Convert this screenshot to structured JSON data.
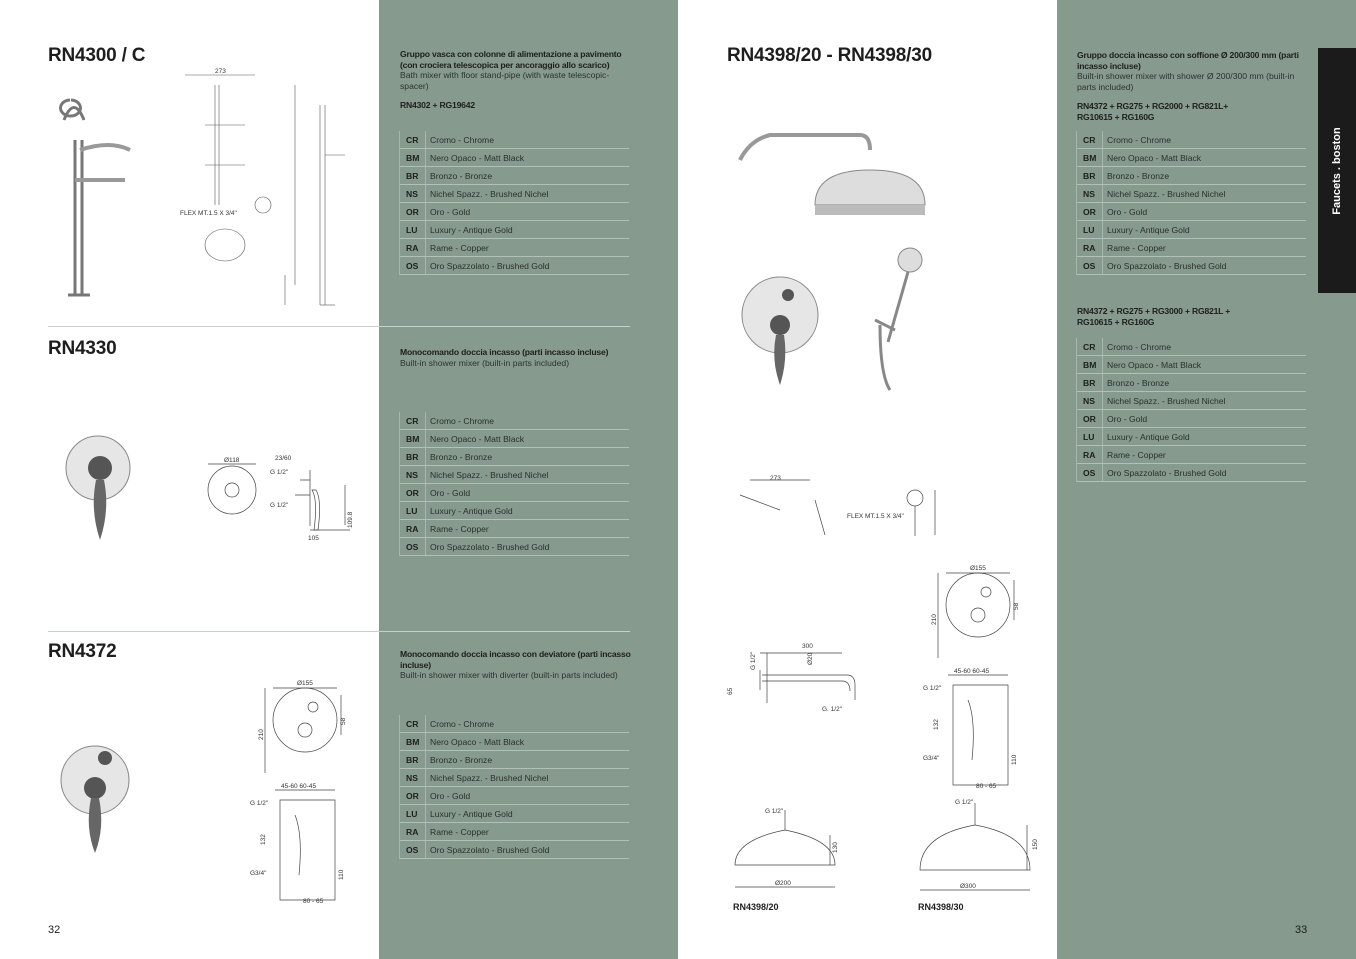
{
  "finishes": [
    {
      "code": "CR",
      "name": "Cromo - Chrome"
    },
    {
      "code": "BM",
      "name": "Nero Opaco - Matt Black"
    },
    {
      "code": "BR",
      "name": "Bronzo - Bronze"
    },
    {
      "code": "NS",
      "name": "Nichel Spazz. - Brushed  Nichel"
    },
    {
      "code": "OR",
      "name": "Oro - Gold"
    },
    {
      "code": "LU",
      "name": "Luxury - Antique Gold"
    },
    {
      "code": "RA",
      "name": "Rame - Copper"
    },
    {
      "code": "OS",
      "name": "Oro Spazzolato - Brushed Gold"
    }
  ],
  "left_page": {
    "number": "32",
    "products": [
      {
        "title": "RN4300 / C",
        "it": "Gruppo vasca con colonne di alimentazione a pavimento (con crociera telescopica per ancoraggio allo scarico)",
        "en": "Bath mixer with floor stand-pipe (with waste telescopic-spacer)",
        "combo": "RN4302 + RG19642"
      },
      {
        "title": "RN4330",
        "it": "Monocomando doccia incasso (parti incasso incluse)",
        "en": "Built-in shower mixer (built-in parts included)"
      },
      {
        "title": "RN4372",
        "it": "Monocomando doccia incasso con deviatore (parti incasso incluse)",
        "en": "Built-in shower mixer with diverter (built-in parts included)"
      }
    ]
  },
  "right_page": {
    "number": "33",
    "title": "RN4398/20 - RN4398/30",
    "it": "Gruppo doccia incasso con soffione Ø 200/300 mm (parti incasso incluse)",
    "en": "Built-in shower mixer with shower Ø 200/300 mm (built-in parts included)",
    "combo1": "RN4372 + RG275 + RG2000 + RG821L+ RG10615 + RG160G",
    "combo2": "RN4372 + RG275 + RG3000 + RG821L + RG10615 + RG160G",
    "caption_20": "RN4398/20",
    "caption_30": "RN4398/30",
    "side_tab": "Faucets . boston"
  },
  "dims": {
    "d118": "Ø118",
    "d2360": "23/60",
    "g12": "G 1/2\"",
    "d1098": "109.8",
    "d105": "105",
    "d155": "Ø155",
    "d58": "58",
    "d210": "210",
    "d456045": "45-60 60-45",
    "g34": "G3/4\"",
    "d132": "132",
    "d110": "110",
    "d8065": "80 - 65",
    "d300": "300",
    "d200": "Ø200",
    "d300b": "Ø300",
    "d130": "130",
    "d150": "150",
    "d273": "273",
    "flex": "FLEX MT.1.5 X 3/4\"   ",
    "g12b": "G. 1/2\"",
    "d20": "Ø20",
    "d65": "65"
  }
}
